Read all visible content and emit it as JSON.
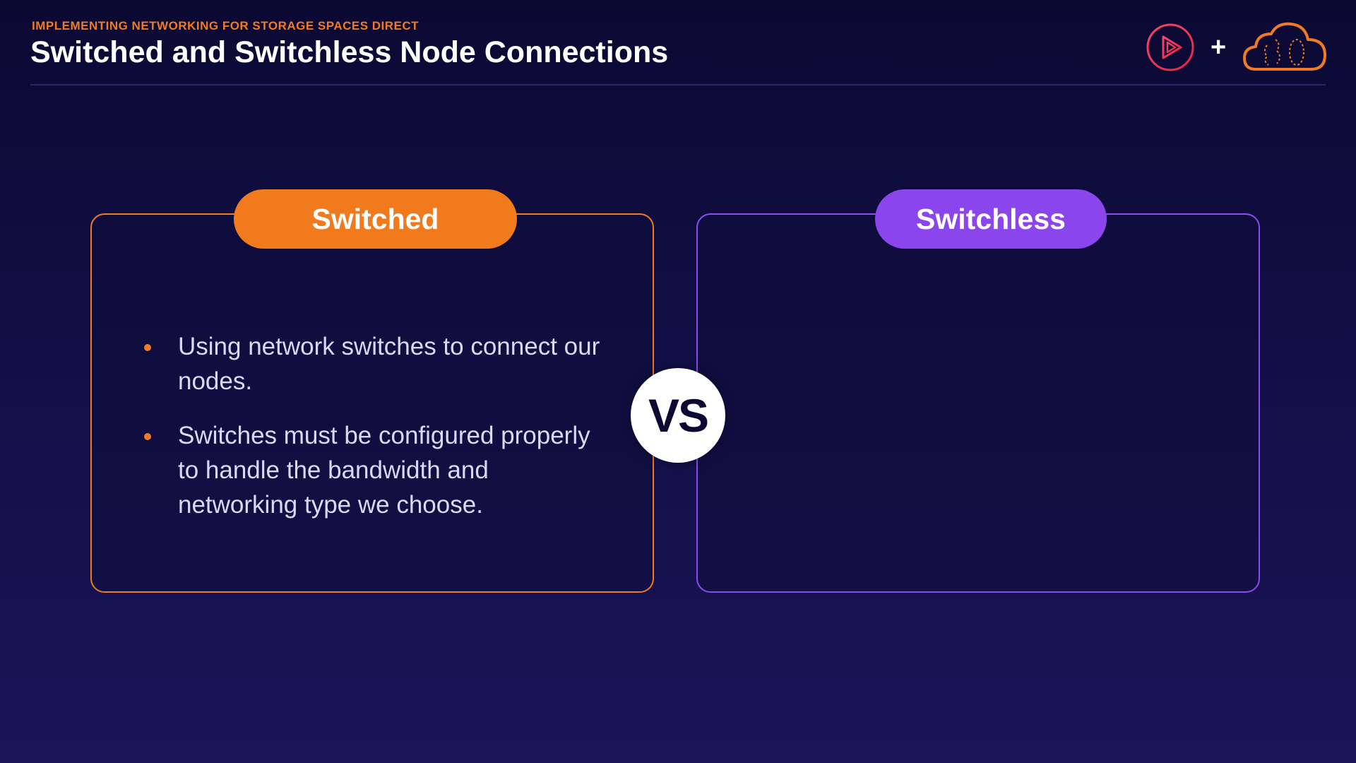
{
  "header": {
    "subtitle": "IMPLEMENTING NETWORKING FOR STORAGE SPACES DIRECT",
    "title": "Switched and Switchless Node Connections",
    "plus": "+",
    "logos": {
      "play": "play-logo-icon",
      "cloud": "cloud-brain-icon"
    }
  },
  "left_panel": {
    "label": "Switched",
    "bullets": [
      "Using network switches to connect our nodes.",
      "Switches must be configured properly to handle the bandwidth and networking type we choose."
    ]
  },
  "right_panel": {
    "label": "Switchless"
  },
  "vs_label": "VS",
  "colors": {
    "accent_orange": "#f07a26",
    "accent_purple": "#8a45ec",
    "background": "#0b0932",
    "text": "#ffffff"
  }
}
